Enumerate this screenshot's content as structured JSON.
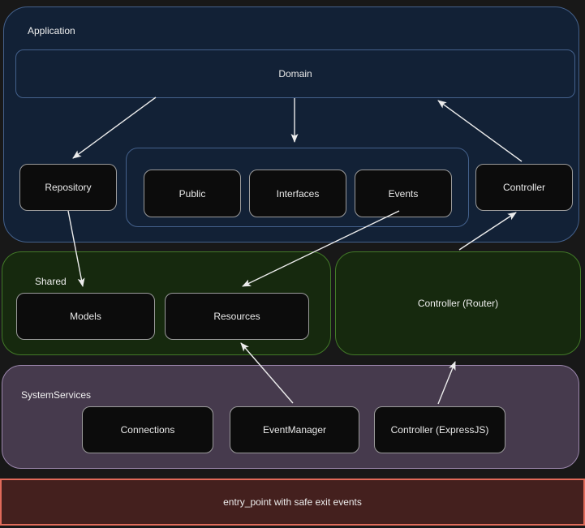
{
  "labels": {
    "application": "Application",
    "domain": "Domain",
    "repository": "Repository",
    "public": "Public",
    "interfaces": "Interfaces",
    "events": "Events",
    "controller": "Controller",
    "shared": "Shared",
    "models": "Models",
    "resources": "Resources",
    "controller_router": "Controller (Router)",
    "system_services": "SystemServices",
    "connections": "Connections",
    "event_manager": "EventManager",
    "controller_expressjs": "Controller (ExpressJS)",
    "entry_point": "entry_point with safe exit events"
  },
  "edges": [
    {
      "from": "Domain",
      "to": "Repository"
    },
    {
      "from": "Domain",
      "to": "Public-Interfaces-Events group"
    },
    {
      "from": "Controller",
      "to": "Domain"
    },
    {
      "from": "Repository",
      "to": "Models"
    },
    {
      "from": "Events",
      "to": "Resources"
    },
    {
      "from": "Controller (Router)",
      "to": "Controller"
    },
    {
      "from": "EventManager",
      "to": "Resources"
    },
    {
      "from": "Controller (ExpressJS)",
      "to": "Controller (Router)"
    }
  ],
  "colors": {
    "page_background": "#181818",
    "application_fill": "#122136",
    "application_border": "#44618c",
    "shared_fill": "#16290e",
    "shared_border": "#427a28",
    "services_fill": "#463a4d",
    "services_border": "#9b86ac",
    "node_fill": "#0c0c0c",
    "node_border": "#9b9b9b",
    "entry_fill": "#44201e",
    "entry_border": "#e06a5a",
    "arrow": "#ececec",
    "text": "#ececec"
  }
}
